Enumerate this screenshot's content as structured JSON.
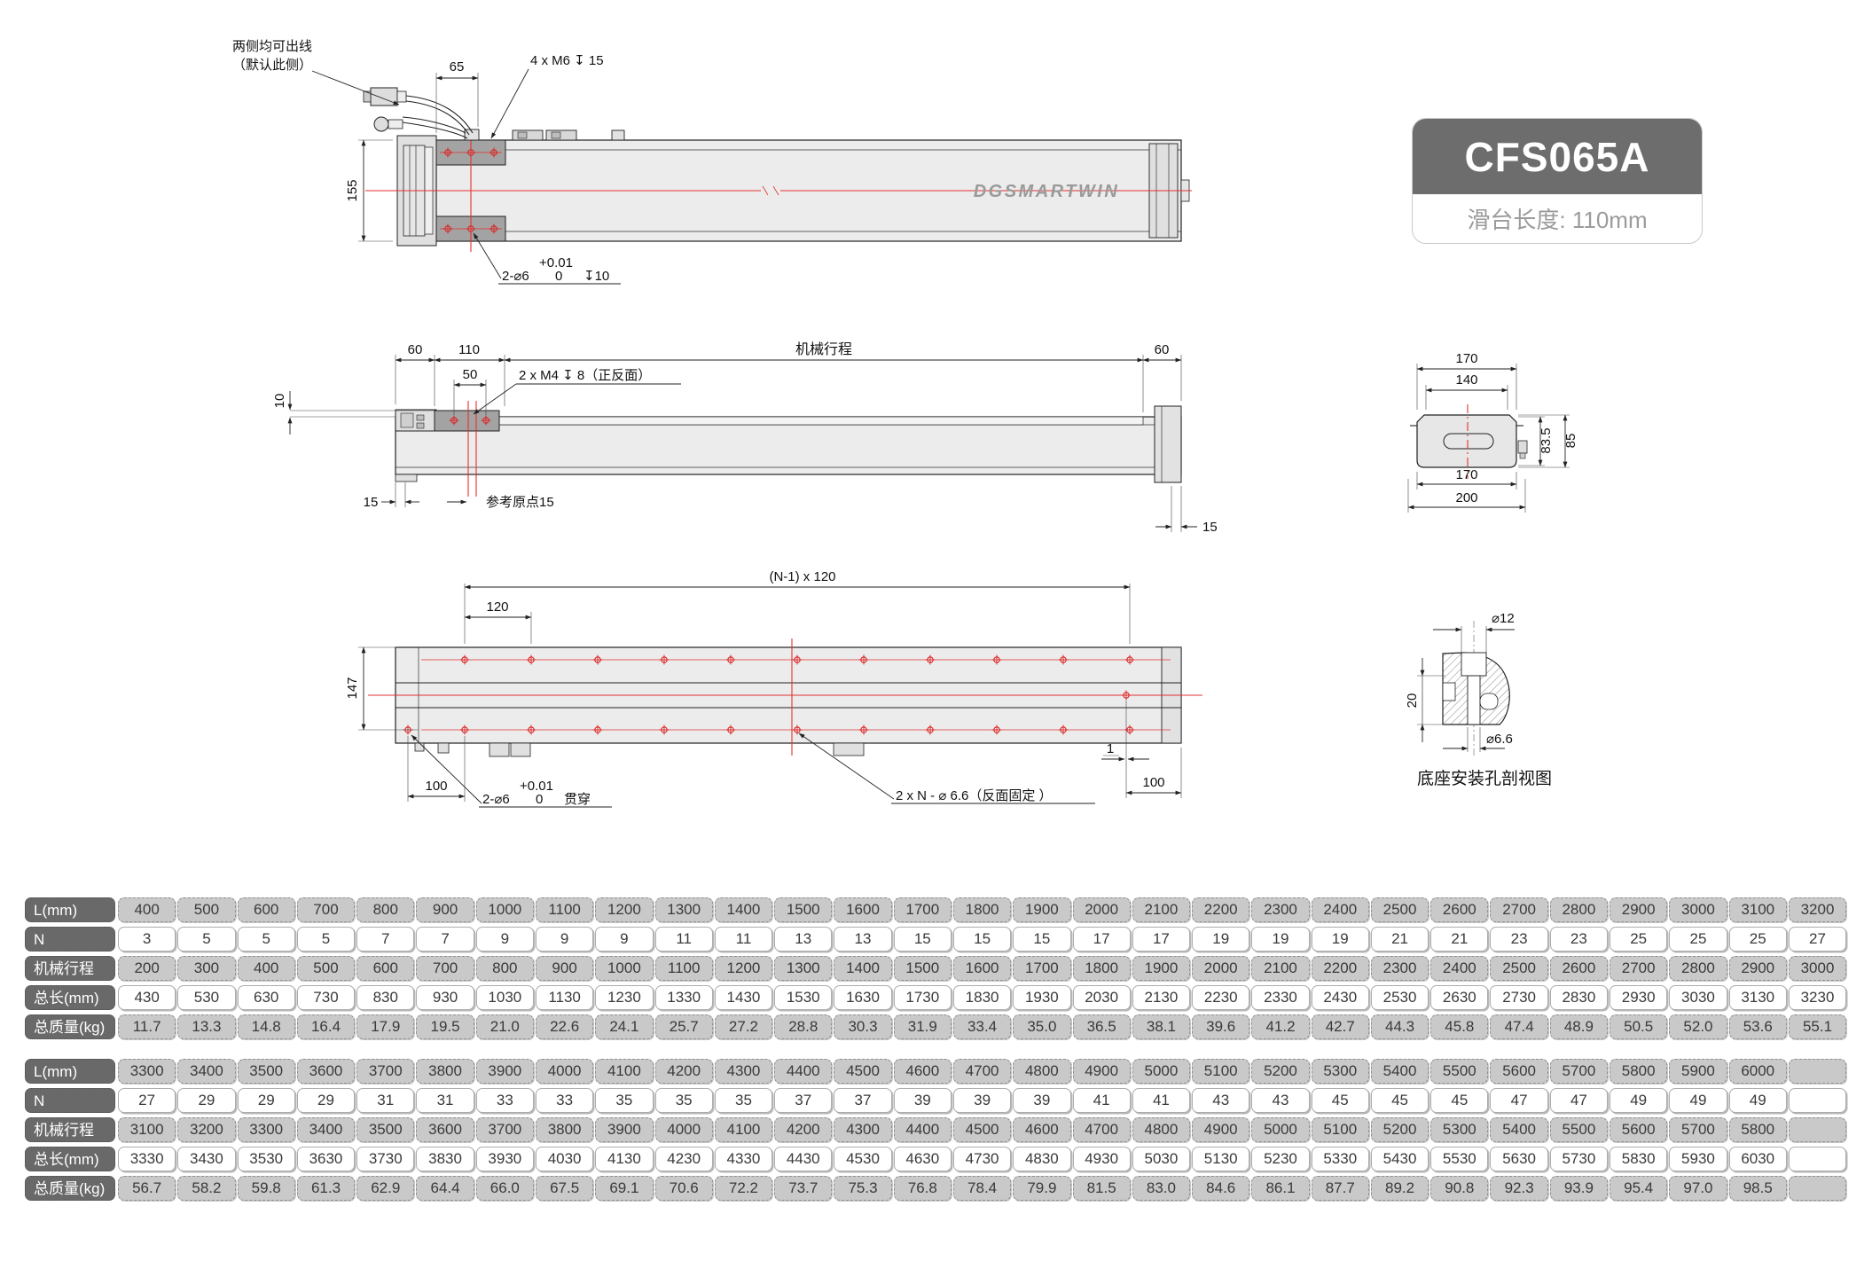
{
  "product": {
    "model": "CFS065A",
    "slider_length_label": "滑台长度: 110mm"
  },
  "brand": "DGSMARTWIN",
  "drawings": {
    "top_view": {
      "cable_note_line1": "两侧均可出线",
      "cable_note_line2": "（默认此侧）",
      "dim_65": "65",
      "thread_note": "4 x M6 ↧ 15",
      "dim_155": "155",
      "hole_note_prefix": "2-⌀6",
      "hole_note_tol_lower": "0",
      "hole_note_tol_upper": "+0.01",
      "hole_note_depth": "↧10"
    },
    "side_view": {
      "dim_60_left": "60",
      "dim_110": "110",
      "dim_50": "50",
      "dim_10": "10",
      "stroke_label": "机械行程",
      "dim_60_right": "60",
      "thread_note": "2 x M4 ↧ 8（正反面）",
      "dim_15_left": "15",
      "origin_note": "参考原点15",
      "dim_15_right": "15"
    },
    "bottom_view": {
      "pitch_note": "(N-1) x 120",
      "dim_120": "120",
      "dim_147": "147",
      "dim_100_left": "100",
      "hole_note_prefix": "2-⌀6",
      "hole_note_tol_lower": "0",
      "hole_note_tol_upper": "+0.01",
      "hole_note_through": "贯穿",
      "hole_note_right": "2 x N - ⌀ 6.6（反面固定 ）",
      "dim_1": "1",
      "dim_100_right": "100"
    },
    "cross_section": {
      "dim_170_top": "170",
      "dim_140": "140",
      "dim_83_5": "83.5",
      "dim_85": "85",
      "dim_170_bottom": "170",
      "dim_200": "200"
    },
    "base_hole": {
      "dim_phi12": "⌀12",
      "dim_20": "20",
      "dim_phi6_6": "⌀6.6",
      "caption": "底座安装孔剖视图"
    }
  },
  "table1": {
    "rows": [
      {
        "label": "L(mm)",
        "shade": "gray",
        "cells": [
          "400",
          "500",
          "600",
          "700",
          "800",
          "900",
          "1000",
          "1100",
          "1200",
          "1300",
          "1400",
          "1500",
          "1600",
          "1700",
          "1800",
          "1900",
          "2000",
          "2100",
          "2200",
          "2300",
          "2400",
          "2500",
          "2600",
          "2700",
          "2800",
          "2900",
          "3000",
          "3100",
          "3200"
        ]
      },
      {
        "label": "N",
        "shade": "white",
        "cells": [
          "3",
          "5",
          "5",
          "5",
          "7",
          "7",
          "9",
          "9",
          "9",
          "11",
          "11",
          "13",
          "13",
          "15",
          "15",
          "15",
          "17",
          "17",
          "19",
          "19",
          "19",
          "21",
          "21",
          "23",
          "23",
          "25",
          "25",
          "25",
          "27"
        ]
      },
      {
        "label": "机械行程(mm)",
        "shade": "gray",
        "cells": [
          "200",
          "300",
          "400",
          "500",
          "600",
          "700",
          "800",
          "900",
          "1000",
          "1100",
          "1200",
          "1300",
          "1400",
          "1500",
          "1600",
          "1700",
          "1800",
          "1900",
          "2000",
          "2100",
          "2200",
          "2300",
          "2400",
          "2500",
          "2600",
          "2700",
          "2800",
          "2900",
          "3000"
        ]
      },
      {
        "label": "总长(mm)",
        "shade": "white",
        "cells": [
          "430",
          "530",
          "630",
          "730",
          "830",
          "930",
          "1030",
          "1130",
          "1230",
          "1330",
          "1430",
          "1530",
          "1630",
          "1730",
          "1830",
          "1930",
          "2030",
          "2130",
          "2230",
          "2330",
          "2430",
          "2530",
          "2630",
          "2730",
          "2830",
          "2930",
          "3030",
          "3130",
          "3230"
        ]
      },
      {
        "label": "总质量(kg)",
        "shade": "gray",
        "cells": [
          "11.7",
          "13.3",
          "14.8",
          "16.4",
          "17.9",
          "19.5",
          "21.0",
          "22.6",
          "24.1",
          "25.7",
          "27.2",
          "28.8",
          "30.3",
          "31.9",
          "33.4",
          "35.0",
          "36.5",
          "38.1",
          "39.6",
          "41.2",
          "42.7",
          "44.3",
          "45.8",
          "47.4",
          "48.9",
          "50.5",
          "52.0",
          "53.6",
          "55.1"
        ]
      }
    ]
  },
  "table2": {
    "rows": [
      {
        "label": "L(mm)",
        "shade": "gray",
        "cells": [
          "3300",
          "3400",
          "3500",
          "3600",
          "3700",
          "3800",
          "3900",
          "4000",
          "4100",
          "4200",
          "4300",
          "4400",
          "4500",
          "4600",
          "4700",
          "4800",
          "4900",
          "5000",
          "5100",
          "5200",
          "5300",
          "5400",
          "5500",
          "5600",
          "5700",
          "5800",
          "5900",
          "6000",
          ""
        ]
      },
      {
        "label": "N",
        "shade": "white",
        "cells": [
          "27",
          "29",
          "29",
          "29",
          "31",
          "31",
          "33",
          "33",
          "35",
          "35",
          "35",
          "37",
          "37",
          "39",
          "39",
          "39",
          "41",
          "41",
          "43",
          "43",
          "45",
          "45",
          "45",
          "47",
          "47",
          "49",
          "49",
          "49",
          ""
        ]
      },
      {
        "label": "机械行程(mm)",
        "shade": "gray",
        "cells": [
          "3100",
          "3200",
          "3300",
          "3400",
          "3500",
          "3600",
          "3700",
          "3800",
          "3900",
          "4000",
          "4100",
          "4200",
          "4300",
          "4400",
          "4500",
          "4600",
          "4700",
          "4800",
          "4900",
          "5000",
          "5100",
          "5200",
          "5300",
          "5400",
          "5500",
          "5600",
          "5700",
          "5800",
          ""
        ]
      },
      {
        "label": "总长(mm)",
        "shade": "white",
        "cells": [
          "3330",
          "3430",
          "3530",
          "3630",
          "3730",
          "3830",
          "3930",
          "4030",
          "4130",
          "4230",
          "4330",
          "4430",
          "4530",
          "4630",
          "4730",
          "4830",
          "4930",
          "5030",
          "5130",
          "5230",
          "5330",
          "5430",
          "5530",
          "5630",
          "5730",
          "5830",
          "5930",
          "6030",
          ""
        ]
      },
      {
        "label": "总质量(kg)",
        "shade": "gray",
        "cells": [
          "56.7",
          "58.2",
          "59.8",
          "61.3",
          "62.9",
          "64.4",
          "66.0",
          "67.5",
          "69.1",
          "70.6",
          "72.2",
          "73.7",
          "75.3",
          "76.8",
          "78.4",
          "79.9",
          "81.5",
          "83.0",
          "84.6",
          "86.1",
          "87.7",
          "89.2",
          "90.8",
          "92.3",
          "93.9",
          "95.4",
          "97.0",
          "98.5",
          ""
        ]
      }
    ]
  }
}
